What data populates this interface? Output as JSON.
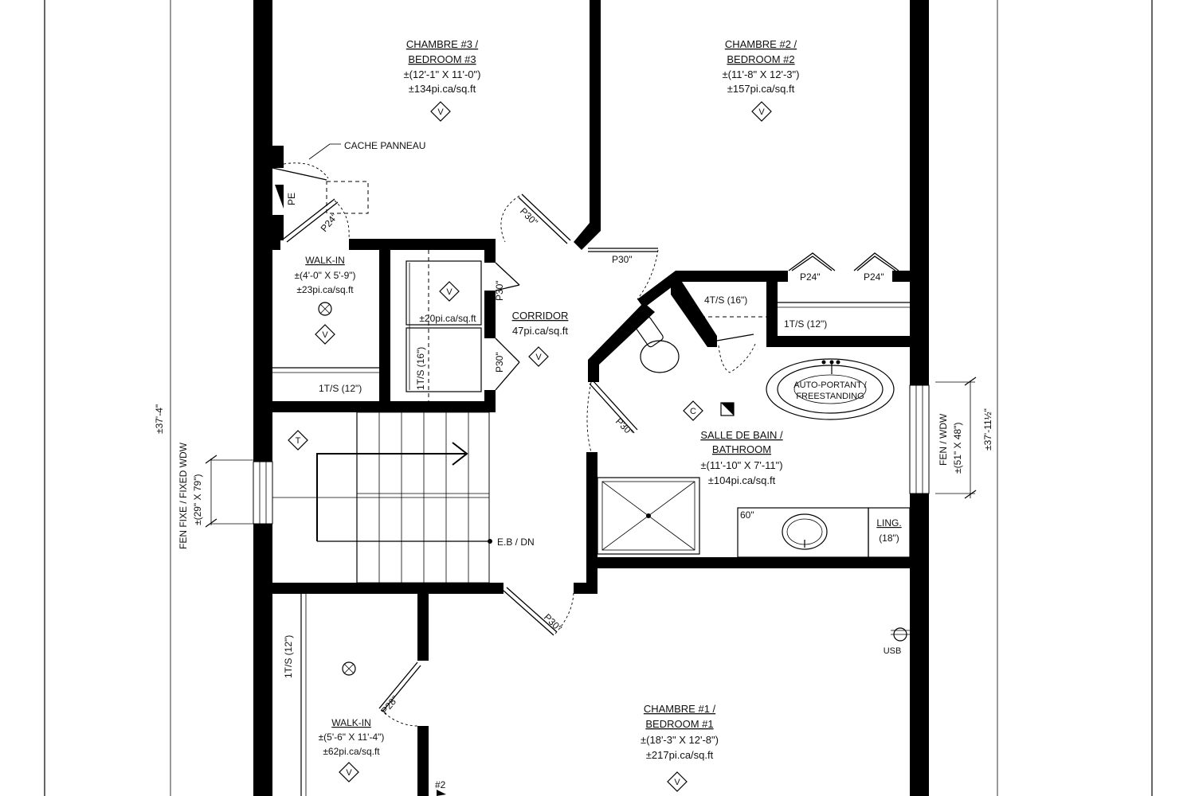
{
  "rooms": {
    "bedroom3": {
      "name_fr": "CHAMBRE #3 /",
      "name_en": "BEDROOM #3",
      "dims": "±(12'-1\" X 11'-0\")",
      "area": "±134pi.ca/sq.ft",
      "tag": "V"
    },
    "bedroom2": {
      "name_fr": "CHAMBRE #2 /",
      "name_en": "BEDROOM #2",
      "dims": "±(11'-8\" X 12'-3\")",
      "area": "±157pi.ca/sq.ft",
      "tag": "V"
    },
    "walkin_top": {
      "name": "WALK-IN",
      "dims": "±(4'-0\" X 5'-9\")",
      "area": "±23pi.ca/sq.ft",
      "tag": "V"
    },
    "closet_center": {
      "area": "±20pi.ca/sq.ft",
      "tag": "V"
    },
    "corridor": {
      "name": "CORRIDOR",
      "area": "47pi.ca/sq.ft",
      "tag": "V"
    },
    "bathroom": {
      "name_fr": "SALLE DE BAIN /",
      "name_en": "BATHROOM",
      "dims": "±(11'-10\" X 7'-11\")",
      "area": "±104pi.ca/sq.ft",
      "tag": "C"
    },
    "bedroom1": {
      "name_fr": "CHAMBRE #1 /",
      "name_en": "BEDROOM #1",
      "dims": "±(18'-3\" X 12'-8\")",
      "area": "±217pi.ca/sq.ft",
      "tag": "V"
    },
    "walkin_bottom": {
      "name": "WALK-IN",
      "dims": "±(5'-6\" X 11'-4\")",
      "area": "±62pi.ca/sq.ft",
      "tag": "V"
    }
  },
  "labels": {
    "cache_panneau": "CACHE PANNEAU",
    "pe": "PE",
    "p24_walkin": "P24\"",
    "p30_corridor_top": "P30\"",
    "p30_top_right": "P30\"",
    "p30_closet_upper": "P30\"",
    "p30_closet_lower": "P30\"",
    "p30_bath": "P30\"",
    "p30_bedroom1": "P30\"",
    "p28_walkin": "P28\"",
    "p24_closet_a": "P24\"",
    "p24_closet_b": "P24\"",
    "shelf_4ts": "4T/S (16\")",
    "shelf_1ts_right": "1T/S (12\")",
    "shelf_1ts_walkin": "1T/S (12\")",
    "shelf_1ts_vertical": "1T/S (16\")",
    "shelf_1ts_lower": "1T/S (12\")",
    "stairs": "E.B / DN",
    "stair_tag": "T",
    "tub_line1": "AUTO-PORTANT /",
    "tub_line2": "FREESTANDING",
    "vanity": "60\"",
    "linen_name": "LING.",
    "linen_size": "(18\")",
    "usb": "USB",
    "window_left_name": "FEN FIXE / FIXED WDW",
    "window_left_size": "±(29\" X 79\")",
    "window_right_name": "FEN / WDW",
    "window_right_size": "±(51\" X 48\")",
    "dim_left": "±37'-4\"",
    "dim_right": "±37'-11½\"",
    "marker_2": "#2"
  }
}
